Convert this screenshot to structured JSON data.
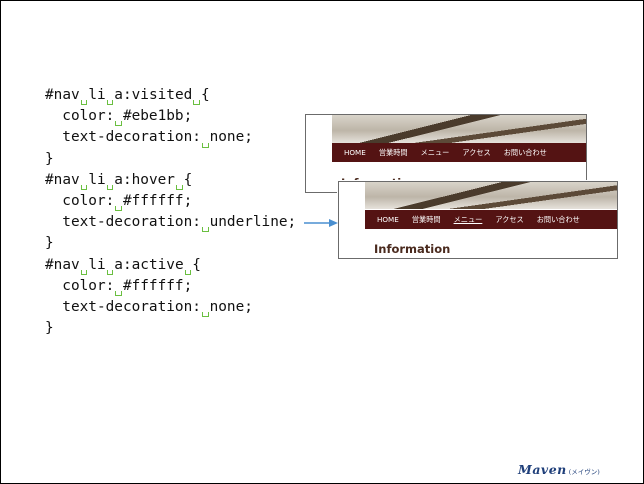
{
  "code": {
    "lines": [
      {
        "indent": 0,
        "tokens": [
          "#nav",
          " ",
          "li",
          " ",
          "a:visited",
          " ",
          "{"
        ]
      },
      {
        "indent": 1,
        "tokens": [
          "color:",
          " ",
          "#ebe1bb;"
        ]
      },
      {
        "indent": 1,
        "tokens": [
          "text-decoration:",
          " ",
          "none;"
        ]
      },
      {
        "indent": 0,
        "tokens": [
          "}"
        ]
      },
      {
        "indent": 0,
        "tokens": [
          "#nav",
          " ",
          "li",
          " ",
          "a:hover",
          " ",
          "{"
        ]
      },
      {
        "indent": 1,
        "tokens": [
          "color:",
          " ",
          "#ffffff;"
        ]
      },
      {
        "indent": 1,
        "tokens": [
          "text-decoration:",
          " ",
          "underline;"
        ]
      },
      {
        "indent": 0,
        "tokens": [
          "}"
        ]
      },
      {
        "indent": 0,
        "tokens": [
          "#nav",
          " ",
          "li",
          " ",
          "a:active",
          " ",
          "{"
        ]
      },
      {
        "indent": 1,
        "tokens": [
          "color:",
          " ",
          "#ffffff;"
        ]
      },
      {
        "indent": 1,
        "tokens": [
          "text-decoration:",
          " ",
          "none;"
        ]
      },
      {
        "indent": 0,
        "tokens": [
          "}"
        ]
      }
    ]
  },
  "screenshots": {
    "nav_items": [
      "HOME",
      "営業時間",
      "メニュー",
      "アクセス",
      "お問い合わせ"
    ],
    "back_info_title": "Information",
    "front_info_title": "Information",
    "hovered_item_index": 2
  },
  "colors": {
    "nav_background": "#541313",
    "space_marker": "#6abf40",
    "arrow": "#4a8fd0",
    "logo": "#1f3f7a"
  },
  "logo": {
    "main": "Maven",
    "sub": "(メイヴン)"
  }
}
